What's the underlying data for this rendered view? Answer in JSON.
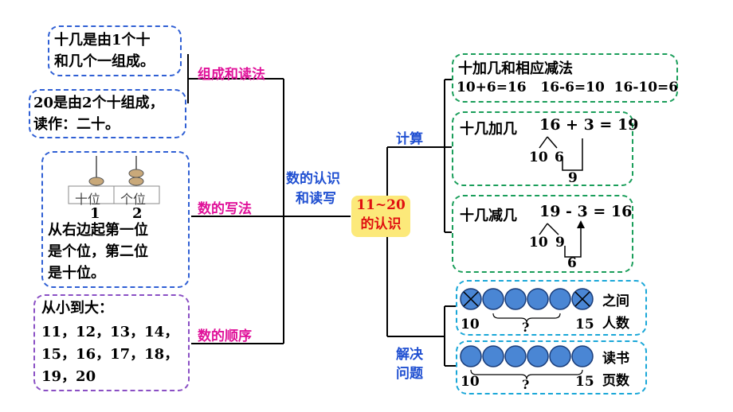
{
  "center": {
    "line1": "11~20",
    "line2": "的认识"
  },
  "center_label": {
    "line1": "数的认识",
    "line2": "和读写"
  },
  "left": {
    "branch1": {
      "label": "组成和读法",
      "box1": [
        "十几是由1个十",
        "和几个一组成。"
      ],
      "box2": [
        "20是由2个十组成，",
        "读作：二十。"
      ]
    },
    "branch2": {
      "label": "数的写法",
      "abacus_cols": [
        "十位",
        "个位"
      ],
      "abacus_nums": [
        "1",
        "2"
      ],
      "text": [
        "从右边起第一位",
        "是个位，第二位",
        "是十位。"
      ]
    },
    "branch3": {
      "label": "数的顺序",
      "lines": [
        "从小到大：",
        "11，12，13，14，",
        "15，16，17，18，",
        "19，20"
      ]
    }
  },
  "right": {
    "calc_label": "计算",
    "solve_label": [
      "解决",
      "问题"
    ],
    "box1": {
      "title": "十加几和相应减法",
      "equation": "10+6=16   16-6=10  16-10=6"
    },
    "box2": {
      "title": "十几加几",
      "equation": "16 + 3 = 19",
      "n1": "10",
      "n2": "6",
      "n3": "9"
    },
    "box3": {
      "title": "十几减几",
      "equation": "19 - 3 = 16",
      "n1": "10",
      "n2": "9",
      "n3": "6"
    },
    "box4": {
      "start": "10",
      "q": "?",
      "end": "15",
      "label": [
        "之间",
        "人数"
      ]
    },
    "box5": {
      "start": "10",
      "q": "?",
      "end": "15",
      "label": [
        "读书",
        "页数"
      ]
    }
  },
  "colors": {
    "blue_box": "#2f5fd4",
    "green_box": "#1a9e5a",
    "purple_box": "#8a4fc4",
    "cyan_box": "#1aa7d8",
    "pink": "#e0129a",
    "center_bg": "#fce97a",
    "circle": "#4a86d4"
  }
}
